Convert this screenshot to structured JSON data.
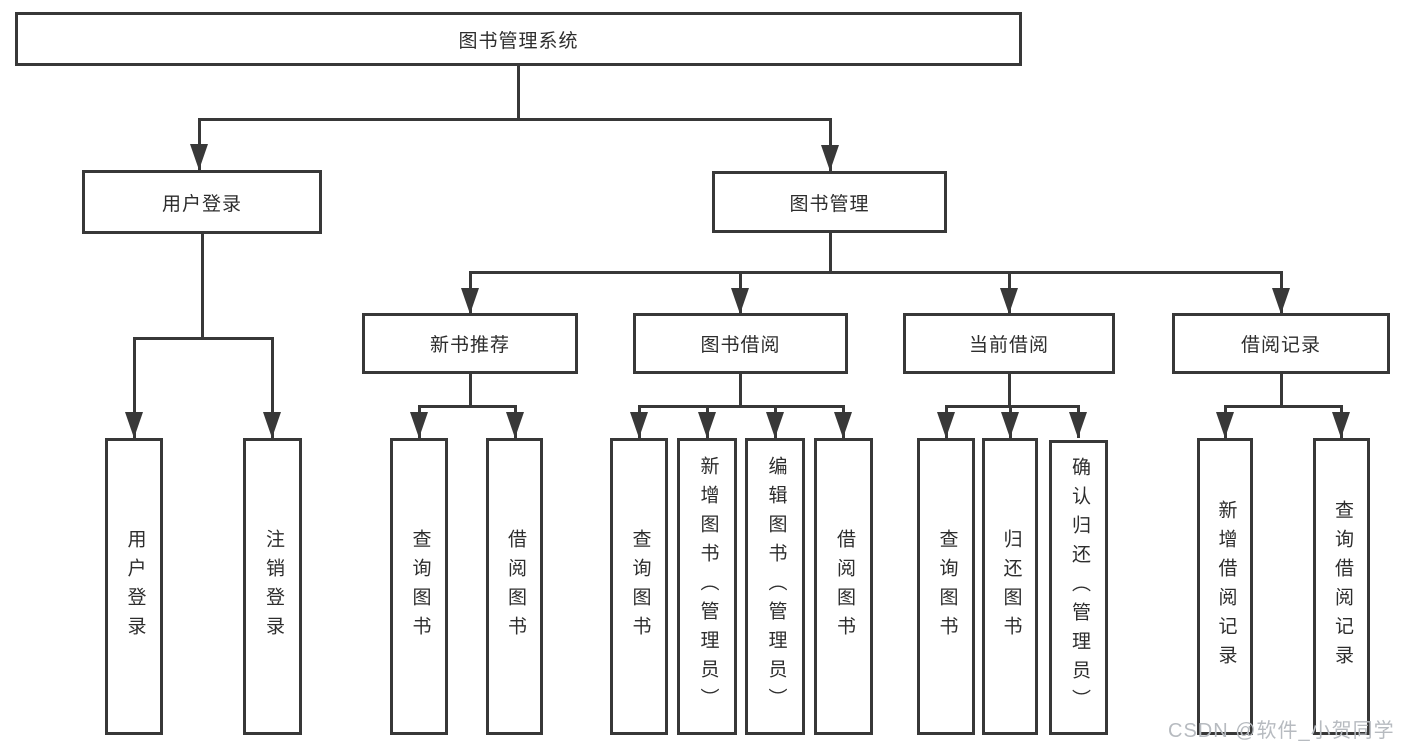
{
  "diagram": {
    "root": "图书管理系统",
    "level2": [
      "用户登录",
      "图书管理"
    ],
    "level3": [
      "新书推荐",
      "图书借阅",
      "当前借阅",
      "借阅记录"
    ],
    "leaf_groups": [
      {
        "parent": "用户登录",
        "items": [
          "用户登录",
          "注销登录"
        ]
      },
      {
        "parent": "新书推荐",
        "items": [
          "查询图书",
          "借阅图书"
        ]
      },
      {
        "parent": "图书借阅",
        "items": [
          "查询图书",
          "新增图书（管理员）",
          "编辑图书（管理员）",
          "借阅图书"
        ]
      },
      {
        "parent": "当前借阅",
        "items": [
          "查询图书",
          "归还图书",
          "确认归还（管理员）"
        ]
      },
      {
        "parent": "借阅记录",
        "items": [
          "新增借阅记录",
          "查询借阅记录"
        ]
      }
    ]
  },
  "watermark": {
    "text": "CSDN @软件_小贺同学",
    "color": "#b7bbc0"
  },
  "colors": {
    "line": "#383838",
    "text": "#2d2d2d",
    "box_bg": "#ffffff",
    "page_bg": "#ffffff"
  }
}
